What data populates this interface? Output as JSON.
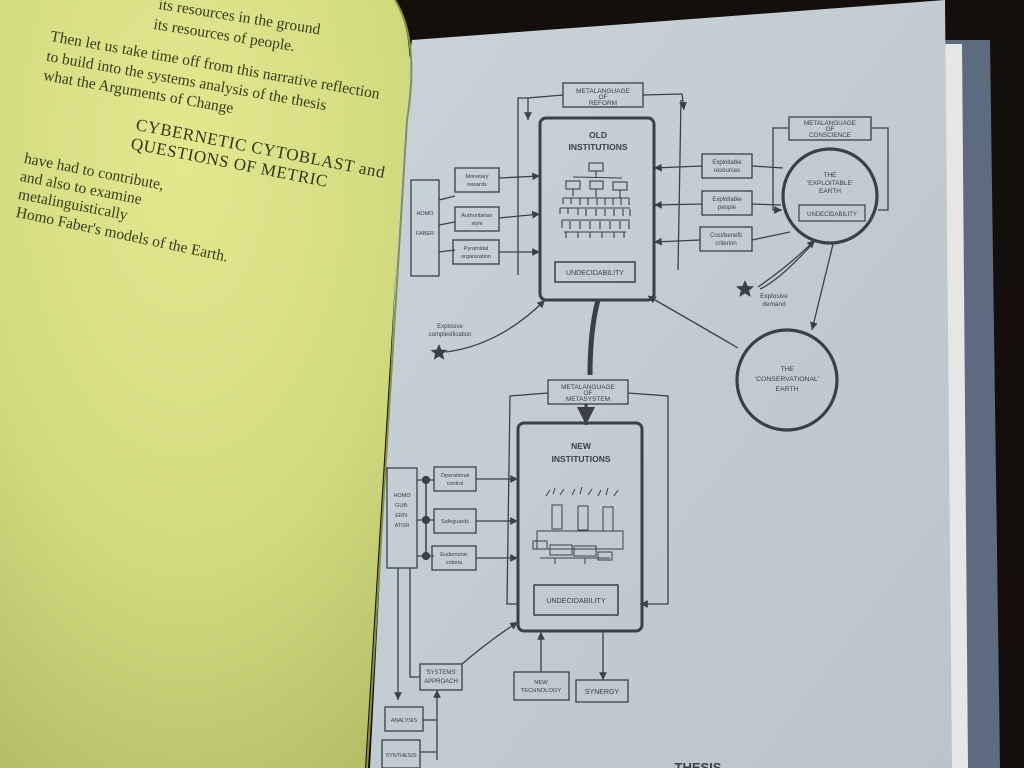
{
  "left_page": {
    "lines": [
      "its resources in the ground",
      "its resources of people.",
      "Then let us take time off from this narrative reflection",
      "to build into the systems analysis of the thesis",
      "what the Arguments of Change",
      "CYBERNETIC CYTOBLAST and",
      "QUESTIONS OF METRIC",
      "have had to contribute,",
      "and also to examine",
      "metalinguistically",
      "Homo Faber's models of the Earth."
    ]
  },
  "diagram": {
    "metalanguage_reform": [
      "METALANGUAGE",
      "OF",
      "REFORM"
    ],
    "old_institutions": [
      "OLD",
      "INSTITUTIONS"
    ],
    "undecidability": "UNDECIDABILITY",
    "homo_faber": [
      "HOMO",
      "FABER"
    ],
    "inputs_old": [
      [
        "Monetary",
        "rewards"
      ],
      [
        "Authoritarian",
        "style"
      ],
      [
        "Pyramidal",
        "organization"
      ]
    ],
    "inputs_right": [
      [
        "Exploitable",
        "resources"
      ],
      [
        "Exploitable",
        "people"
      ],
      [
        "Cost/benefit",
        "criterion"
      ]
    ],
    "metalanguage_conscience": [
      "METALANGUAGE",
      "OF",
      "CONSCIENCE"
    ],
    "exploitable_earth": [
      "THE",
      "'EXPLOITABLE'",
      "EARTH"
    ],
    "explosive_demand": [
      "Explosive",
      "demand"
    ],
    "explosive_complexification": [
      "Explosive",
      "complexification"
    ],
    "conservational_earth": [
      "THE",
      "'CONSERVATIONAL'",
      "EARTH"
    ],
    "metalanguage_metasystem": [
      "METALANGUAGE",
      "OF",
      "METASYSTEM"
    ],
    "new_institutions": [
      "NEW",
      "INSTITUTIONS"
    ],
    "homo_gubernator": [
      "HOMO",
      "GUB-",
      "ERN-",
      "ATOR"
    ],
    "inputs_new": [
      [
        "Operational",
        "control"
      ],
      [
        "Safeguards"
      ],
      [
        "Eudemonic",
        "criteria"
      ]
    ],
    "systems_approach": [
      "'SYSTEMS'",
      "APPROACH"
    ],
    "new_technology": [
      "NEW",
      "TECHNOLOGY"
    ],
    "synergy": "SYNERGY",
    "analysis": "ANALYSIS",
    "synthesis": "SYNTHESIS",
    "page_footer": "THESIS"
  },
  "colors": {
    "left_page": "#dbe28a",
    "right_page": "#c2cdd2",
    "ink": "#3a4046",
    "dark_bg": "#140f0c"
  }
}
